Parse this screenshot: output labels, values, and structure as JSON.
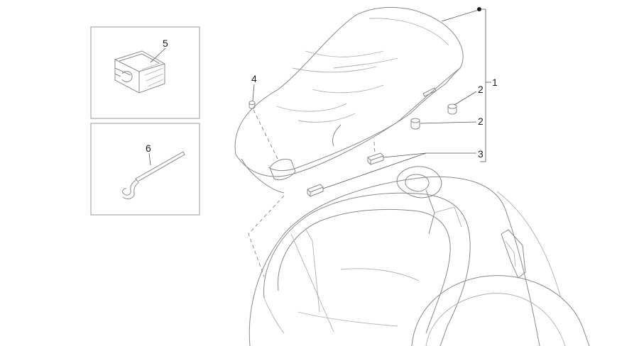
{
  "callouts": {
    "c1": "1",
    "c2a": "2",
    "c2b": "2",
    "c3": "3",
    "c4": "4",
    "c5": "5",
    "c6": "6"
  },
  "colors": {
    "line": "#8a8a8a",
    "leader": "#555555",
    "text": "#1a1a1a"
  }
}
